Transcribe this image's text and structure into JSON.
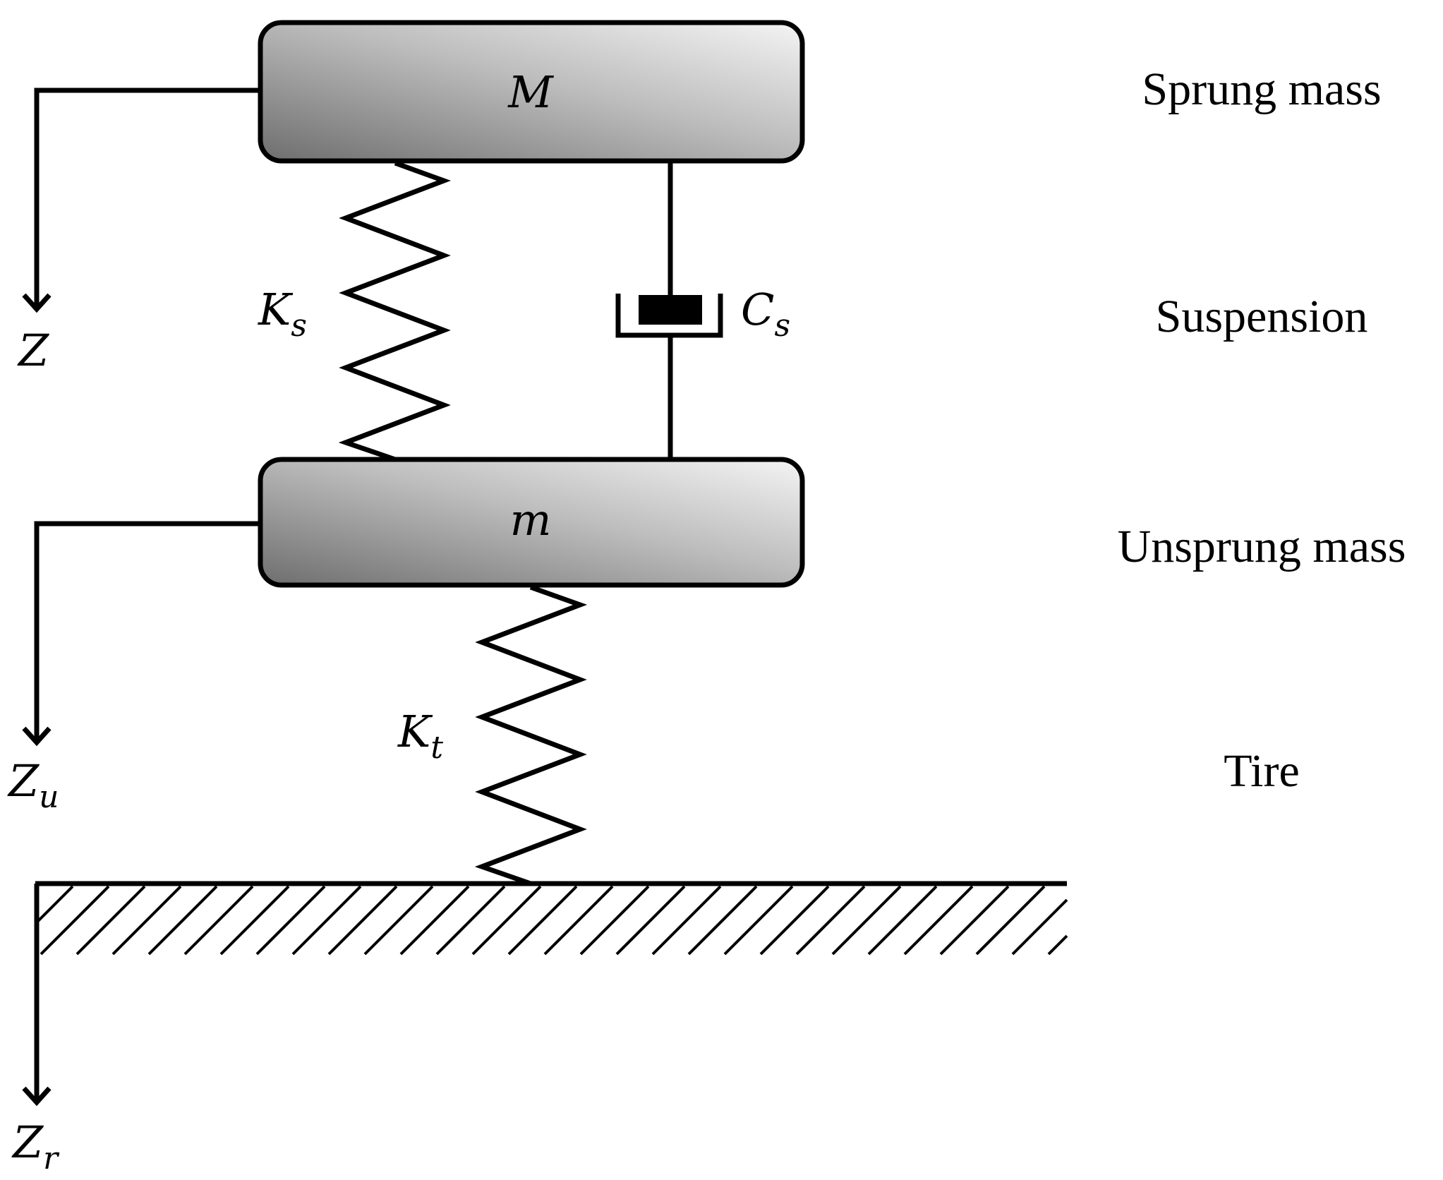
{
  "masses": {
    "sprung": {
      "symbol": "M",
      "caption": "Sprung mass"
    },
    "unsprung": {
      "symbol": "m",
      "caption": "Unsprung mass"
    }
  },
  "suspension": {
    "caption": "Suspension",
    "spring": {
      "symbol": "K",
      "subscript": "s"
    },
    "damper": {
      "symbol": "C",
      "subscript": "s"
    }
  },
  "tire": {
    "caption": "Tire",
    "spring": {
      "symbol": "K",
      "subscript": "t"
    }
  },
  "displacements": {
    "body": {
      "symbol": "Z",
      "subscript": ""
    },
    "wheel": {
      "symbol": "Z",
      "subscript": "u"
    },
    "road": {
      "symbol": "Z",
      "subscript": "r"
    }
  },
  "colors": {
    "line": "#000000",
    "mass_gradient_dark": "#6e6e6e",
    "mass_gradient_light": "#f4f4f4"
  }
}
